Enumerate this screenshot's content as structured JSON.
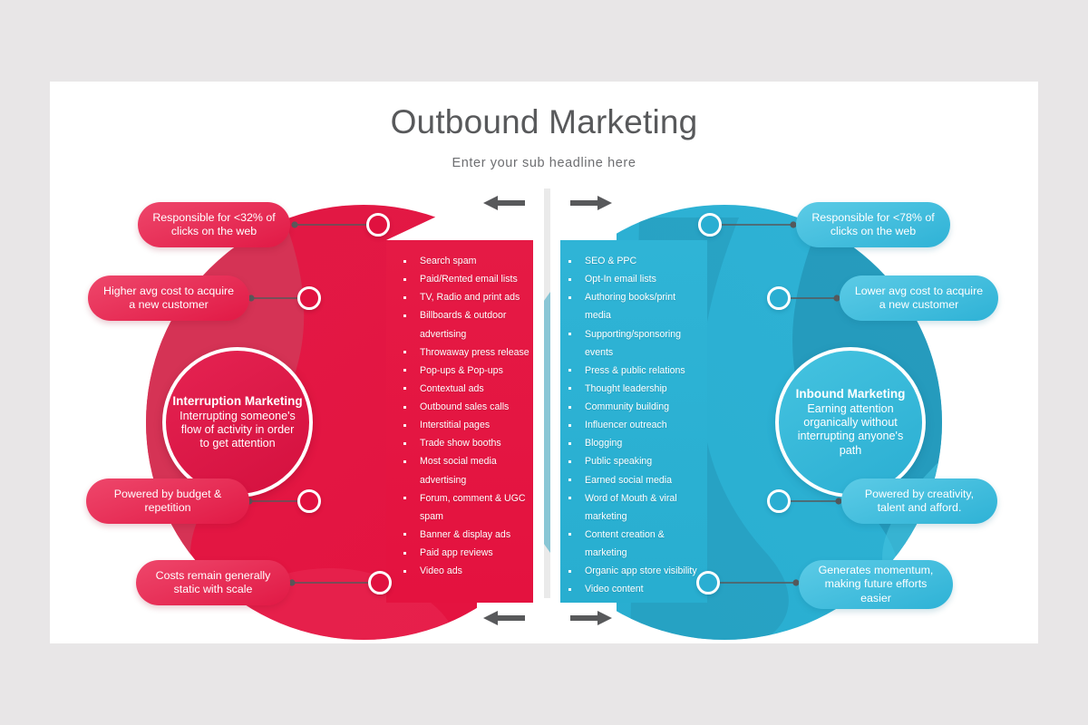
{
  "slide": {
    "title": "Outbound Marketing",
    "subtitle": "Enter your sub headline here"
  },
  "colors": {
    "page_background": "#e8e6e7",
    "slide_background": "#ffffff",
    "red": "#e4123f",
    "red_dark": "#d23858",
    "blue": "#28aed0",
    "blue_dark": "#2498b8",
    "title_text": "#58595b",
    "subtitle_text": "#6d6e71",
    "arrow": "#58595b"
  },
  "left": {
    "hub": {
      "title": "Interruption Marketing",
      "description": "Interrupting someone's flow of activity in order to get attention"
    },
    "items": [
      "Search spam",
      "Paid/Rented email lists",
      "TV, Radio and print ads",
      "Billboards & outdoor advertising",
      "Throwaway press release",
      "Pop-ups & Pop-ups",
      "Contextual ads",
      "Outbound sales calls",
      "Interstitial pages",
      "Trade show booths",
      "Most social media advertising",
      "Forum, comment & UGC spam",
      "Banner & display ads",
      "Paid app reviews",
      "Video ads"
    ],
    "callouts": [
      "Responsible for <32% of clicks on the web",
      "Higher avg cost to acquire a new customer",
      "Powered by budget & repetition",
      "Costs remain generally static with scale"
    ]
  },
  "right": {
    "hub": {
      "title": "Inbound Marketing",
      "description": "Earning attention organically without interrupting anyone's path"
    },
    "items": [
      "SEO & PPC",
      "Opt-In email lists",
      "Authoring books/print media",
      "Supporting/sponsoring events",
      "Press & public relations",
      "Thought leadership",
      "Community building",
      "Influencer outreach",
      "Blogging",
      "Public speaking",
      "Earned social media",
      "Word of Mouth & viral marketing",
      "Content creation & marketing",
      "Organic app store visibility",
      "Video content"
    ],
    "callouts": [
      "Responsible for <78% of clicks on the web",
      "Lower avg cost to acquire a new customer",
      "Powered by creativity, talent and afford.",
      "Generates momentum, making future efforts easier"
    ]
  },
  "arrows": {
    "top_left": "arrow-left-icon",
    "top_right": "arrow-right-icon",
    "bottom_left": "arrow-left-icon",
    "bottom_right": "arrow-right-icon"
  }
}
